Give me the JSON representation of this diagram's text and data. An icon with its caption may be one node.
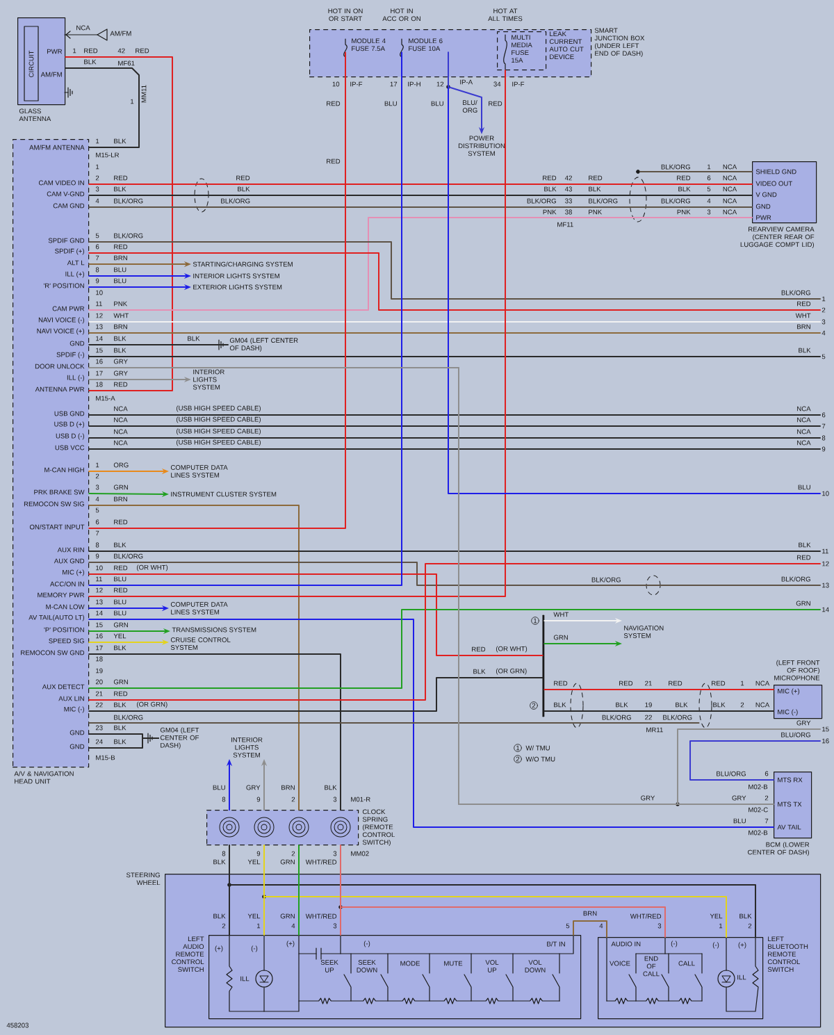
{
  "diagram": {
    "nodes": [
      {
        "text": [
          "GLASS ANTENNA"
        ]
      },
      {
        "text": [
          "A/V & NAVIGATION HEAD UNIT"
        ]
      },
      {
        "text": [
          "SMART JUNCTION BOX (UNDER LEFT END OF DASH)"
        ]
      },
      {
        "text": [
          "MODULE 4 FUSE 7.5A"
        ],
        "in": 2,
        "beside": [
          "HOT IN ON OR START"
        ]
      },
      {
        "text": [
          "MODULE 6 FUSE 10A"
        ],
        "in": 2,
        "beside": [
          "HOT IN ACC OR ON"
        ]
      },
      {
        "text": [
          "MULTI MEDIA FUSE 15A"
        ],
        "in": 2,
        "beside": [
          "HOT AT ALL TIMES",
          "LEAK CURRENT AUTO CUT DEVICE"
        ]
      },
      {
        "text": [
          "POWER DISTRIBUTION SYSTEM"
        ]
      },
      {
        "text": [
          "REARVIEW CAMERA (CENTER REAR OF LUGGAGE COMPT LID)"
        ]
      },
      {
        "text": [
          "STARTING/CHARGING SYSTEM"
        ]
      },
      {
        "text": [
          "INTERIOR LIGHTS SYSTEM"
        ]
      },
      {
        "text": [
          "EXTERIOR LIGHTS SYSTEM"
        ]
      },
      {
        "text": [
          "INTERIOR LIGHTS SYSTEM"
        ]
      },
      {
        "text": [
          "GM04 (LEFT CENTER OF DASH)"
        ]
      },
      {
        "text": [
          "COMPUTER DATA LINES SYSTEM"
        ]
      },
      {
        "text": [
          "INSTRUMENT CLUSTER SYSTEM"
        ]
      },
      {
        "text": [
          "COMPUTER DATA LINES SYSTEM"
        ]
      },
      {
        "text": [
          "TRANSMISSIONS SYSTEM"
        ]
      },
      {
        "text": [
          "CRUISE CONTROL SYSTEM"
        ]
      },
      {
        "text": [
          "NAVIGATION SYSTEM"
        ]
      },
      {
        "text": [
          "(LEFT FRONT OF ROOF) MICROPHONE"
        ]
      },
      {
        "text": [
          "GM04 (LEFT CENTER OF DASH)"
        ]
      },
      {
        "text": [
          "BCM (LOWER CENTER OF DASH)"
        ]
      },
      {
        "text": [
          "INTERIOR LIGHTS SYSTEM"
        ]
      },
      {
        "text": [
          "CLOCK SPRING (REMOTE CONTROL SWITCH)"
        ]
      },
      {
        "text": [
          "STEERING WHEEL"
        ]
      },
      {
        "text": [
          "LEFT AUDIO REMOTE CONTROL SWITCH"
        ],
        "in": 24
      },
      {
        "text": [
          "LEFT BLUETOOTH REMOTE CONTROL SWITCH"
        ],
        "in": 24
      },
      {
        "text": [
          "1"
        ]
      },
      {
        "text": [
          "2"
        ]
      },
      {
        "text": [
          "3"
        ]
      },
      {
        "text": [
          "4"
        ]
      },
      {
        "text": [
          "5"
        ]
      },
      {
        "text": [
          "6"
        ]
      },
      {
        "text": [
          "7"
        ]
      },
      {
        "text": [
          "8"
        ]
      },
      {
        "text": [
          "9"
        ]
      },
      {
        "text": [
          "10"
        ]
      },
      {
        "text": [
          "11"
        ]
      },
      {
        "text": [
          "12"
        ]
      },
      {
        "text": [
          "13"
        ]
      },
      {
        "text": [
          "14"
        ]
      },
      {
        "text": [
          "15"
        ]
      },
      {
        "text": [
          "16"
        ]
      },
      {
        "text": [],
        "shape": "bar"
      },
      {
        "text": [],
        "shape": "ellipse"
      },
      {
        "text": [],
        "shape": "circle"
      }
    ],
    "edges": [
      {
        "from": 0,
        "to": 1,
        "arrow": "none",
        "color": "#e02020"
      },
      {
        "from": 0,
        "to": 1,
        "arrow": "none"
      },
      {
        "from": 1,
        "to": 7,
        "arrow": "none",
        "color": "#e02020"
      },
      {
        "from": 1,
        "to": 7,
        "arrow": "none"
      },
      {
        "from": 1,
        "to": 7,
        "arrow": "none",
        "color": "#5e5346"
      },
      {
        "from": 1,
        "to": 7,
        "arrow": "none",
        "color": "#e58fb4"
      },
      {
        "from": 45,
        "to": 7,
        "arrow": "none",
        "color": "#5e5346"
      },
      {
        "from": 1,
        "to": 27,
        "arrow": "none",
        "color": "#5e5346"
      },
      {
        "from": 1,
        "to": 28,
        "arrow": "none",
        "color": "#e02020"
      },
      {
        "from": 1,
        "to": 8,
        "arrow": "to",
        "color": "#8c6a3c"
      },
      {
        "from": 1,
        "to": 9,
        "arrow": "to",
        "color": "#1e1ee8"
      },
      {
        "from": 1,
        "to": 10,
        "arrow": "to",
        "color": "#1e1ee8"
      },
      {
        "from": 1,
        "to": 29,
        "arrow": "none",
        "color": "#f2f2f2"
      },
      {
        "from": 1,
        "to": 30,
        "arrow": "none",
        "color": "#8c6a3c"
      },
      {
        "from": 1,
        "to": 12,
        "arrow": "none"
      },
      {
        "from": 1,
        "to": 31,
        "arrow": "none"
      },
      {
        "from": 1,
        "to": 21,
        "arrow": "none",
        "color": "#8e8e8e"
      },
      {
        "from": 1,
        "to": 11,
        "arrow": "to",
        "color": "#8e8e8e"
      },
      {
        "from": 1,
        "to": 32,
        "arrow": "none"
      },
      {
        "from": 1,
        "to": 33,
        "arrow": "none"
      },
      {
        "from": 1,
        "to": 34,
        "arrow": "none"
      },
      {
        "from": 1,
        "to": 35,
        "arrow": "none"
      },
      {
        "from": 1,
        "to": 13,
        "arrow": "to",
        "color": "#e88a1c"
      },
      {
        "from": 1,
        "to": 14,
        "arrow": "to",
        "color": "#22a022"
      },
      {
        "from": 1,
        "to": 23,
        "arrow": "none",
        "color": "#8c6a3c"
      },
      {
        "from": 1,
        "to": 3,
        "arrow": "none",
        "color": "#e02020"
      },
      {
        "from": 1,
        "to": 37,
        "arrow": "none"
      },
      {
        "from": 1,
        "to": 39,
        "arrow": "none",
        "color": "#5e5346"
      },
      {
        "from": 1,
        "to": 43,
        "arrow": "none",
        "color": "#e02020"
      },
      {
        "from": 1,
        "to": 4,
        "arrow": "none",
        "color": "#1e1ee8"
      },
      {
        "from": 1,
        "to": 5,
        "arrow": "none",
        "color": "#e02020"
      },
      {
        "from": 1,
        "to": 15,
        "arrow": "to",
        "color": "#1e1ee8"
      },
      {
        "from": 1,
        "to": 21,
        "arrow": "none",
        "color": "#1e1ee8"
      },
      {
        "from": 1,
        "to": 16,
        "arrow": "to",
        "color": "#22a022"
      },
      {
        "from": 1,
        "to": 17,
        "arrow": "to",
        "color": "#e3d31e"
      },
      {
        "from": 1,
        "to": 23,
        "arrow": "none"
      },
      {
        "from": 1,
        "to": 40,
        "arrow": "none",
        "color": "#22a022"
      },
      {
        "from": 1,
        "to": 38,
        "arrow": "none",
        "color": "#e02020"
      },
      {
        "from": 1,
        "to": 43,
        "arrow": "none"
      },
      {
        "from": 1,
        "to": 44,
        "arrow": "none",
        "color": "#5e5346"
      },
      {
        "from": 1,
        "to": 20,
        "arrow": "none"
      },
      {
        "from": 1,
        "to": 20,
        "arrow": "none"
      },
      {
        "from": 4,
        "to": 36,
        "arrow": "none",
        "color": "#1e1ee8"
      },
      {
        "from": 4,
        "to": 6,
        "arrow": "to",
        "color": "#3a3ad0"
      },
      {
        "from": 43,
        "to": 18,
        "arrow": "to",
        "color": "#f2f2f2"
      },
      {
        "from": 43,
        "to": 18,
        "arrow": "to",
        "color": "#22a022"
      },
      {
        "from": 43,
        "to": 19,
        "arrow": "none",
        "color": "#e02020"
      },
      {
        "from": 43,
        "to": 19,
        "arrow": "none"
      },
      {
        "from": 42,
        "to": 21,
        "arrow": "none",
        "color": "#3a3ad0"
      },
      {
        "from": 23,
        "to": 22,
        "arrow": "to",
        "color": "#1e1ee8"
      },
      {
        "from": 23,
        "to": 22,
        "arrow": "to",
        "color": "#8e8e8e"
      },
      {
        "from": 23,
        "to": 25,
        "arrow": "none"
      },
      {
        "from": 23,
        "to": 26,
        "arrow": "none"
      },
      {
        "from": 23,
        "to": 25,
        "arrow": "none",
        "color": "#e3d31e"
      },
      {
        "from": 23,
        "to": 26,
        "arrow": "none",
        "color": "#e3d31e"
      },
      {
        "from": 23,
        "to": 25,
        "arrow": "none",
        "color": "#22a022"
      },
      {
        "from": 23,
        "to": 25,
        "arrow": "none",
        "color": "#e06a6a"
      },
      {
        "from": 23,
        "to": 26,
        "arrow": "none",
        "color": "#e06a6a"
      },
      {
        "from": 25,
        "to": 26,
        "arrow": "none",
        "color": "#8c6a3c"
      },
      {
        "from": 1,
        "to": 41,
        "arrow": "none",
        "color": "#8e8e8e"
      }
    ],
    "labels": [
      "NCA",
      "AM/FM",
      "CIRCUIT",
      "PWR",
      "1",
      "RED",
      "42",
      "RED",
      "BLK",
      "MF61",
      "AM/FM",
      "1",
      "MM11",
      "AM/FM ANTENNA",
      "1",
      "BLK",
      "M15-LR",
      "CAM VIDEO IN",
      "CAM V-GND",
      "CAM GND",
      "SPDIF GND",
      "SPDIF (+)",
      "ALT L",
      "ILL (+)",
      "'R' POSITION",
      "CAM PWR",
      "NAVI VOICE (-)",
      "NAVI VOICE (+)",
      "GND",
      "SPDIF (-)",
      "DOOR UNLOCK",
      "ILL (-)",
      "ANTENNA PWR",
      "1",
      "2",
      "3",
      "4",
      "5",
      "6",
      "7",
      "8",
      "9",
      "10",
      "11",
      "12",
      "13",
      "14",
      "15",
      "16",
      "17",
      "18",
      "RED",
      "BLK",
      "BLK/ORG",
      "BLK/ORG",
      "RED",
      "BRN",
      "BLU",
      "BLU",
      "PNK",
      "WHT",
      "BRN",
      "BLK",
      "BLK",
      "GRY",
      "GRY",
      "RED",
      "M15-A",
      "RED",
      "BLK",
      "BLK/ORG",
      "BLK",
      "USB GND",
      "NCA",
      "(USB HIGH SPEED CABLE)",
      "NCA",
      "USB D (+)",
      "NCA",
      "(USB HIGH SPEED CABLE)",
      "NCA",
      "USB D (-)",
      "NCA",
      "(USB HIGH SPEED CABLE)",
      "NCA",
      "USB VCC",
      "NCA",
      "(USB HIGH SPEED CABLE)",
      "NCA",
      "M-CAN HIGH",
      "PRK BRAKE SW",
      "REMOCON SW SIG",
      "ON/START INPUT",
      "AUX RIN",
      "AUX GND",
      "MIC (+)",
      "ACC/ON IN",
      "MEMORY PWR",
      "M-CAN LOW",
      "AV TAIL(AUTO LT)",
      "'P' POSITION",
      "SPEED SIG",
      "REMOCON SW GND",
      "AUX DETECT",
      "AUX LIN",
      "MIC (-)",
      "GND",
      "GND",
      "1",
      "2",
      "3",
      "4",
      "5",
      "6",
      "7",
      "8",
      "9",
      "10",
      "11",
      "12",
      "13",
      "14",
      "15",
      "16",
      "17",
      "18",
      "19",
      "20",
      "21",
      "22",
      "23",
      "24",
      "ORG",
      "GRN",
      "BRN",
      "RED",
      "BLK",
      "BLK/ORG",
      "RED",
      "BLU",
      "RED",
      "BLU",
      "BLU",
      "GRN",
      "YEL",
      "BLK",
      "GRN",
      "RED",
      "BLK",
      "BLK",
      "BLK",
      "(OR WHT)",
      "(OR GRN)",
      "BLK/ORG",
      "M15-B",
      "10",
      "IP-F",
      "17",
      "IP-H",
      "12",
      "IP-A",
      "34",
      "IP-F",
      "RED",
      "BLU",
      "BLU",
      "BLU/ ORG",
      "RED",
      "RED",
      "BLK/ORG",
      "1",
      "NCA",
      "RED",
      "42",
      "RED",
      "RED",
      "6",
      "NCA",
      "BLK",
      "43",
      "BLK",
      "BLK",
      "5",
      "NCA",
      "BLK/ORG",
      "33",
      "BLK/ORG",
      "BLK/ORG",
      "4",
      "NCA",
      "PNK",
      "38",
      "PNK",
      "PNK",
      "3",
      "NCA",
      "MF11",
      "SHIELD GND",
      "VIDEO OUT",
      "V GND",
      "GND",
      "PWR",
      "BLK/ORG",
      "RED",
      "WHT",
      "BRN",
      "BLK",
      "BLU",
      "BLK",
      "RED",
      "BLK/ORG",
      "GRN",
      "GRY",
      "BLU/ORG",
      "BLK/ORG",
      "1",
      "WHT",
      "GRN",
      "RED",
      "(OR WHT)",
      "BLK",
      "(OR GRN)",
      "2",
      "RED",
      "RED",
      "21",
      "RED",
      "RED",
      "1",
      "NCA",
      "BLK",
      "BLK",
      "19",
      "BLK",
      "BLK",
      "2",
      "NCA",
      "BLK/ORG",
      "22",
      "BLK/ORG",
      "MR11",
      "MIC (+)",
      "MIC (-)",
      "1",
      "W/ TMU",
      "2",
      "W/O TMU",
      "BLU/ORG",
      "6",
      "M02-B",
      "GRY",
      "GRY",
      "2",
      "M02-C",
      "BLU",
      "7",
      "M02-B",
      "MTS RX",
      "MTS TX",
      "AV TAIL",
      "BLU",
      "GRY",
      "BRN",
      "BLK",
      "8",
      "9",
      "2",
      "3",
      "M01-R",
      "8",
      "9",
      "2",
      "3",
      "MM02",
      "BLK",
      "YEL",
      "GRN",
      "WHT/RED",
      "BLK",
      "2",
      "YEL",
      "1",
      "GRN",
      "4",
      "WHT/RED",
      "3",
      "5",
      "BRN",
      "4",
      "WHT/RED",
      "3",
      "YEL",
      "1",
      "BLK",
      "2",
      "(+)",
      "(-)",
      "ILL",
      "(+)",
      "(-)",
      "SEEK UP",
      "SEEK DOWN",
      "MODE",
      "MUTE",
      "VOL UP",
      "VOL DOWN",
      "B/T IN",
      "AUDIO IN",
      "(-)",
      "(-)",
      "(+)",
      "VOICE",
      "END OF CALL",
      "CALL",
      "ILL",
      "458203"
    ]
  }
}
